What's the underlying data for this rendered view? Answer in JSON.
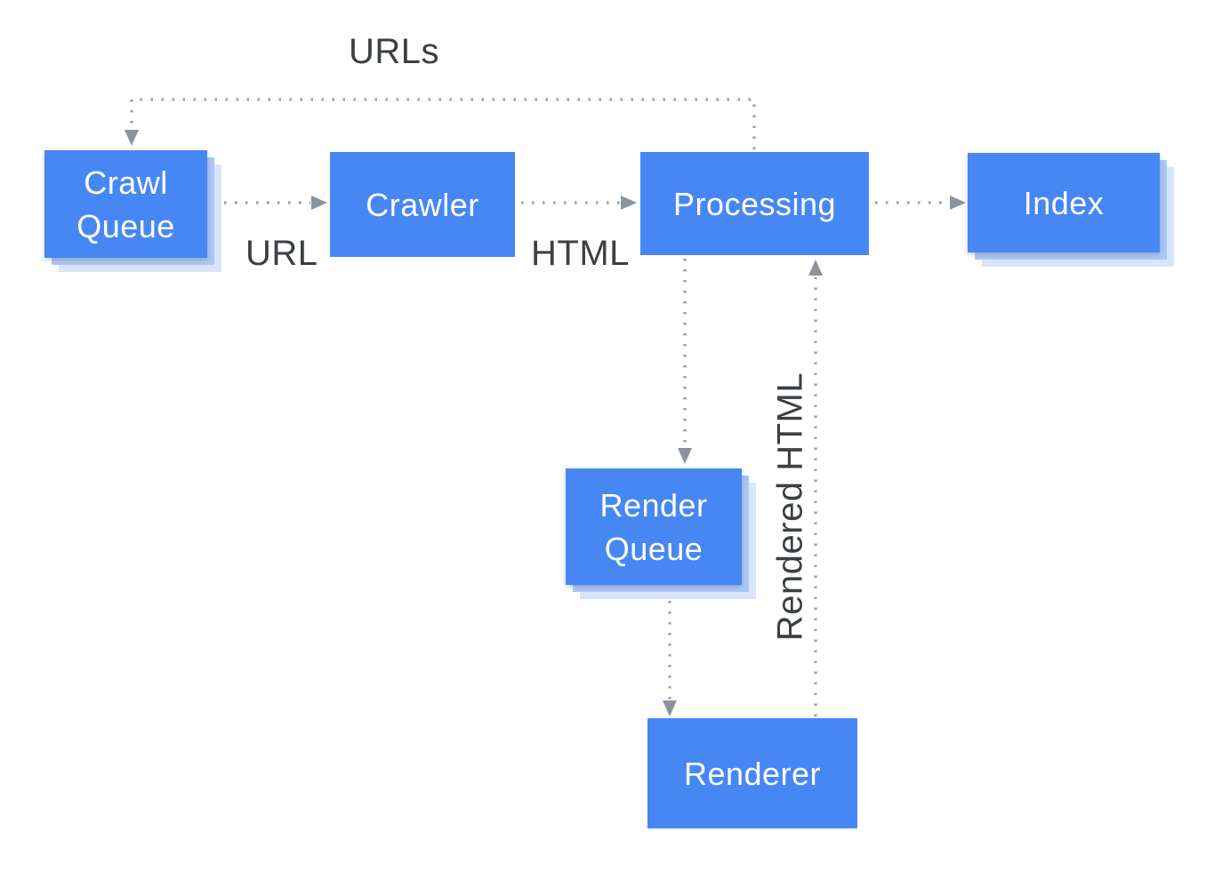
{
  "diagram": {
    "nodes": [
      {
        "id": "crawl-queue",
        "label": "Crawl Queue",
        "stacked": true
      },
      {
        "id": "crawler",
        "label": "Crawler",
        "stacked": false
      },
      {
        "id": "processing",
        "label": "Processing",
        "stacked": false
      },
      {
        "id": "index",
        "label": "Index",
        "stacked": true
      },
      {
        "id": "render-queue",
        "label": "Render Queue",
        "stacked": true
      },
      {
        "id": "renderer",
        "label": "Renderer",
        "stacked": false
      }
    ],
    "edges": [
      {
        "from": "crawl-queue",
        "to": "crawler",
        "label": "URL",
        "style": "dotted"
      },
      {
        "from": "crawler",
        "to": "processing",
        "label": "HTML",
        "style": "dotted"
      },
      {
        "from": "processing",
        "to": "index",
        "label": "",
        "style": "dotted"
      },
      {
        "from": "processing",
        "to": "crawl-queue",
        "label": "URLs",
        "style": "dotted"
      },
      {
        "from": "processing",
        "to": "render-queue",
        "label": "",
        "style": "dotted"
      },
      {
        "from": "render-queue",
        "to": "renderer",
        "label": "",
        "style": "dotted"
      },
      {
        "from": "renderer",
        "to": "processing",
        "label": "Rendered HTML",
        "style": "dotted"
      }
    ],
    "edge_labels": {
      "urls": "URLs",
      "url": "URL",
      "html": "HTML",
      "rendered_html": "Rendered HTML"
    },
    "colors": {
      "node_fill": "#4787F4",
      "node_text": "#FFFFFF",
      "stack_mid": "#ABC7F7",
      "stack_light": "#D8E5FC",
      "line": "#9AA0A6",
      "arrowhead": "#8B949C",
      "label_text": "#3C4043",
      "background": "#FFFFFF"
    }
  }
}
